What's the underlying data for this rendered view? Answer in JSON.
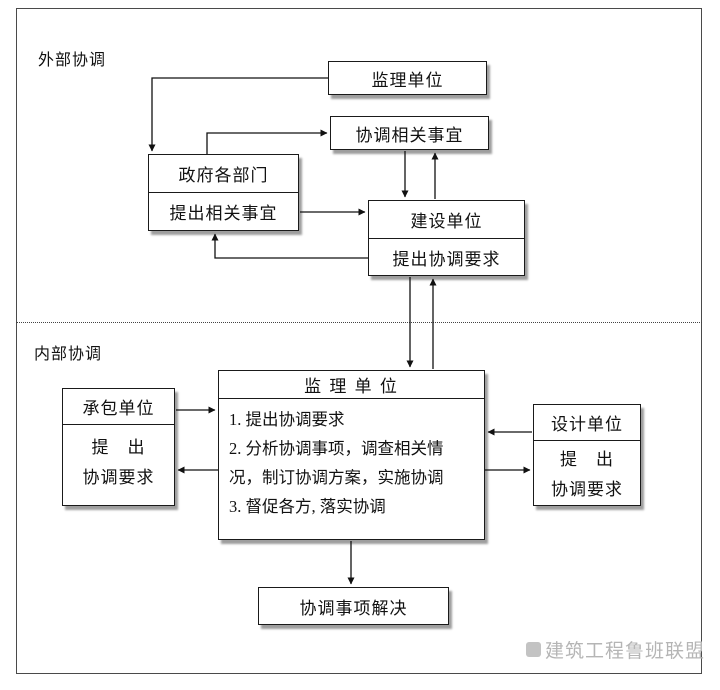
{
  "sections": {
    "external_label": "外部协调",
    "internal_label": "内部协调"
  },
  "external": {
    "supervision_box": "监理单位",
    "coordinate_matters_box": "协调相关事宜",
    "government_box": {
      "title": "政府各部门",
      "subtitle": "提出相关事宜"
    },
    "construction_box": {
      "title": "建设单位",
      "subtitle": "提出协调要求"
    }
  },
  "internal": {
    "supervision_box": {
      "title": "监 理 单 位",
      "lines": [
        "1. 提出协调要求",
        "2. 分析协调事项，调查相关情",
        "况，制订协调方案，实施协调",
        "3. 督促各方, 落实协调"
      ]
    },
    "contractor_box": {
      "title": "承包单位",
      "line1": "提　出",
      "line2": "协调要求"
    },
    "designer_box": {
      "title": "设计单位",
      "line1": "提　出",
      "line2": "协调要求"
    },
    "outcome_box": "协调事项解决"
  },
  "watermark": "建筑工程鲁班联盟"
}
